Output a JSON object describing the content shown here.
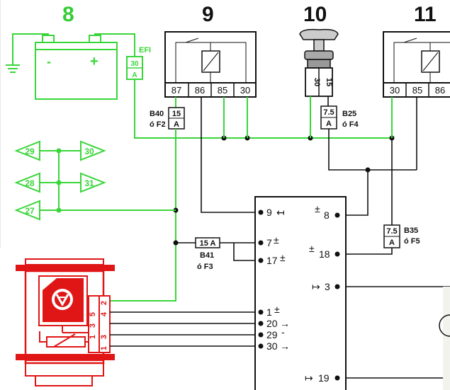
{
  "columns": [
    {
      "num": "8",
      "color": "#33cc33"
    },
    {
      "num": "9",
      "color": "#111111"
    },
    {
      "num": "10",
      "color": "#111111"
    },
    {
      "num": "11",
      "color": "#111111"
    }
  ],
  "battery": {
    "minus": "-",
    "plus": "+",
    "efi_label": "EFI",
    "fuse_value": "30",
    "fuse_unit": "A"
  },
  "relay9": {
    "pins": [
      "87",
      "86",
      "85",
      "30"
    ]
  },
  "ignition10": {
    "pins": [
      "30",
      "15"
    ]
  },
  "relay11": {
    "pins": [
      "30",
      "85",
      "86"
    ]
  },
  "fuses": {
    "b40": {
      "value": "15",
      "unit": "A",
      "name": "B40",
      "alt": "ó F2"
    },
    "b25": {
      "value": "7.5",
      "unit": "A",
      "name": "B25",
      "alt": "ó F4"
    },
    "b41": {
      "value": "15 A",
      "name": "B41",
      "alt": "ó F3"
    },
    "b35": {
      "value": "7.5",
      "unit": "A",
      "name": "B35",
      "alt": "ó F5"
    }
  },
  "connectors": [
    "29",
    "30",
    "28",
    "31",
    "27"
  ],
  "ecu_pins_left": [
    {
      "num": "9",
      "sym": "↤"
    },
    {
      "num": "7",
      "sym": "±"
    },
    {
      "num": "17",
      "sym": "±"
    },
    {
      "num": "1",
      "sym": "±"
    },
    {
      "num": "20",
      "sym": "→"
    },
    {
      "num": "29",
      "sym": "-"
    },
    {
      "num": "30",
      "sym": "→"
    }
  ],
  "ecu_pins_right": [
    {
      "num": "8",
      "sym": "±"
    },
    {
      "num": "18",
      "sym": "±"
    },
    {
      "num": "3",
      "sym": "↦"
    },
    {
      "num": "19",
      "sym": "↦"
    }
  ],
  "sensor_pins_top": [
    "2",
    "4"
  ],
  "sensor_pins_bottom": [
    "5",
    "3",
    "1"
  ],
  "sensor_pins_bottom2": [
    "3",
    "1"
  ]
}
